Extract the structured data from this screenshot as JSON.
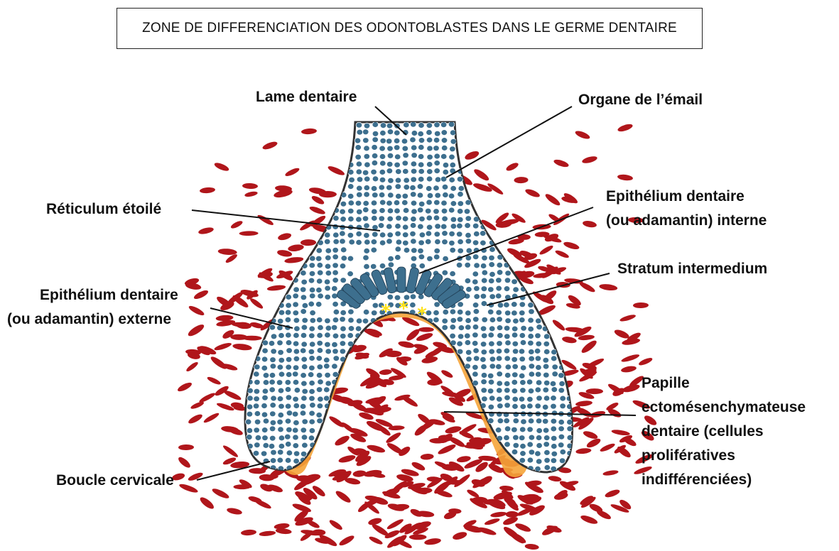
{
  "title": "ZONE DE DIFFERENCIATION DES ODONTOBLASTES DANS LE GERME DENTAIRE",
  "colors": {
    "epithelium_cell": "#3d6f8e",
    "mesenchyme_cell": "#b0161b",
    "odontoblast_zone": "#f5a43a",
    "asterisk": "#ffe21a",
    "outline": "#333333"
  },
  "labels": {
    "lame_dentaire": "Lame dentaire",
    "organe_email": "Organe de l’émail",
    "reticulum": "Réticulum étoilé",
    "epi_interne_1": "Epithélium dentaire",
    "epi_interne_2": "(ou adamantin) interne",
    "stratum": "Stratum intermedium",
    "epi_externe_1": "Epithélium dentaire",
    "epi_externe_2": "(ou adamantin) externe",
    "papille_1": "Papille",
    "papille_2": "ectomésenchymateuse",
    "papille_3": "dentaire (cellules",
    "papille_4": "prolifératives",
    "papille_5": "indifférenciées)",
    "boucle": "Boucle cervicale"
  },
  "asterisk_glyph": "*"
}
